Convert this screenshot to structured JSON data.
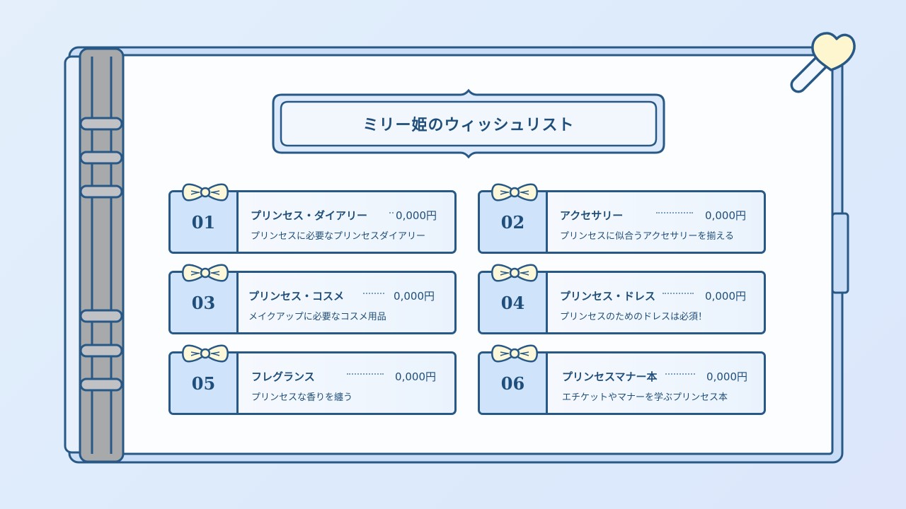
{
  "title": "ミリー姫のウィッシュリスト",
  "colors": {
    "outline": "#275886",
    "accent_fill": "#cfe3fa",
    "paper": "#fbfdff",
    "binder_spine": "#a8a9ab",
    "bow": "#fdf8d9"
  },
  "icons": {
    "clip": "heart-clip-icon",
    "bow": "bow-icon",
    "rings": "binder-ring-icon"
  },
  "items": [
    {
      "number": "01",
      "name": "プリンセス・ダイアリー",
      "price": "0,000円",
      "description": "プリンセスに必要なプリンセスダイアリー"
    },
    {
      "number": "02",
      "name": "アクセサリー",
      "price": "0,000円",
      "description": "プリンセスに似合うアクセサリーを揃える"
    },
    {
      "number": "03",
      "name": "プリンセス・コスメ",
      "price": "0,000円",
      "description": "メイクアップに必要なコスメ用品"
    },
    {
      "number": "04",
      "name": "プリンセス・ドレス",
      "price": "0,000円",
      "description": "プリンセスのためのドレスは必須！"
    },
    {
      "number": "05",
      "name": "フレグランス",
      "price": "0,000円",
      "description": "プリンセスな香りを纏う"
    },
    {
      "number": "06",
      "name": "プリンセスマナー本",
      "price": "0,000円",
      "description": "エチケットやマナーを学ぶプリンセス本"
    }
  ]
}
